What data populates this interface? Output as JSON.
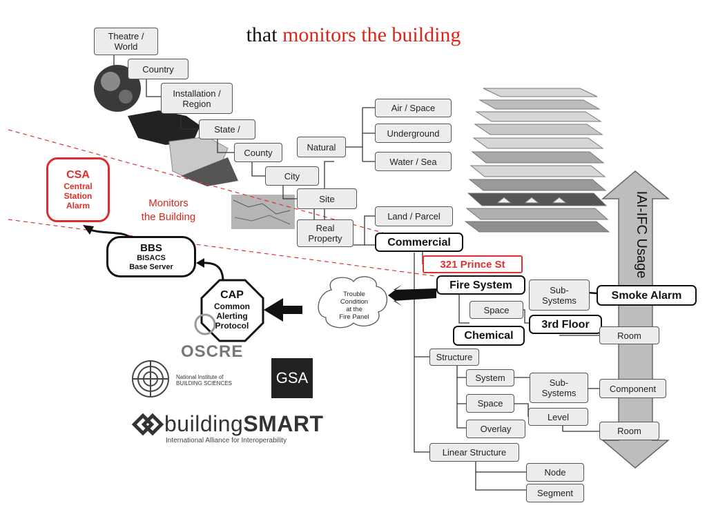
{
  "title": {
    "prefix": "that",
    "highlight": "monitors the building"
  },
  "left": {
    "csa": {
      "abbr": "CSA",
      "line1": "Central",
      "line2": "Station",
      "line3": "Alarm"
    },
    "monitors_label": {
      "line1": "Monitors",
      "line2": "the Building"
    },
    "bbs": {
      "abbr": "BBS",
      "line1": "BISACS",
      "line2": "Base Server"
    },
    "cap": {
      "abbr": "CAP",
      "line1": "Common",
      "line2": "Alerting",
      "line3": "Protocol"
    },
    "trouble": {
      "line1": "Trouble",
      "line2": "Condition",
      "line3": "at the",
      "line4": "Fire Panel"
    }
  },
  "logos": {
    "oscre": "OSCRE",
    "nibs_line1": "National Institute of",
    "nibs_line2": "BUILDING SCIENCES",
    "gsa": "GSA",
    "bsmart_light": "building",
    "bsmart_bold": "SMART",
    "bsmart_tagline": "International Alliance for Interoperability"
  },
  "hierarchy": {
    "theatre": {
      "line1": "Theatre /",
      "line2": "World"
    },
    "country": "Country",
    "installation": {
      "line1": "Installation /",
      "line2": "Region"
    },
    "state": "State /",
    "county": "County",
    "city": "City",
    "site": "Site",
    "real_property": {
      "line1": "Real",
      "line2": "Property"
    },
    "natural": "Natural",
    "air_space": "Air / Space",
    "underground": "Underground",
    "water_sea": "Water / Sea",
    "land_parcel": "Land / Parcel"
  },
  "building": {
    "commercial": "Commercial",
    "address": "321 Prince St",
    "fire_system": "Fire System",
    "sub_systems_1": {
      "line1": "Sub-",
      "line2": "Systems"
    },
    "smoke_alarm": "Smoke Alarm",
    "space_1": "Space",
    "third_floor": "3rd Floor",
    "chemical": "Chemical",
    "room_1": "Room",
    "structure": "Structure",
    "system": "System",
    "sub_systems_2": {
      "line1": "Sub-",
      "line2": "Systems"
    },
    "component": "Component",
    "space_2": "Space",
    "level": "Level",
    "overlay": "Overlay",
    "room_2": "Room",
    "linear_structure": "Linear Structure",
    "node": "Node",
    "segment": "Segment"
  },
  "usage_label": "IAI-IFC Usage",
  "colors": {
    "accent_red": "#d8261c",
    "box_fill": "#ececec",
    "line": "#333333"
  }
}
